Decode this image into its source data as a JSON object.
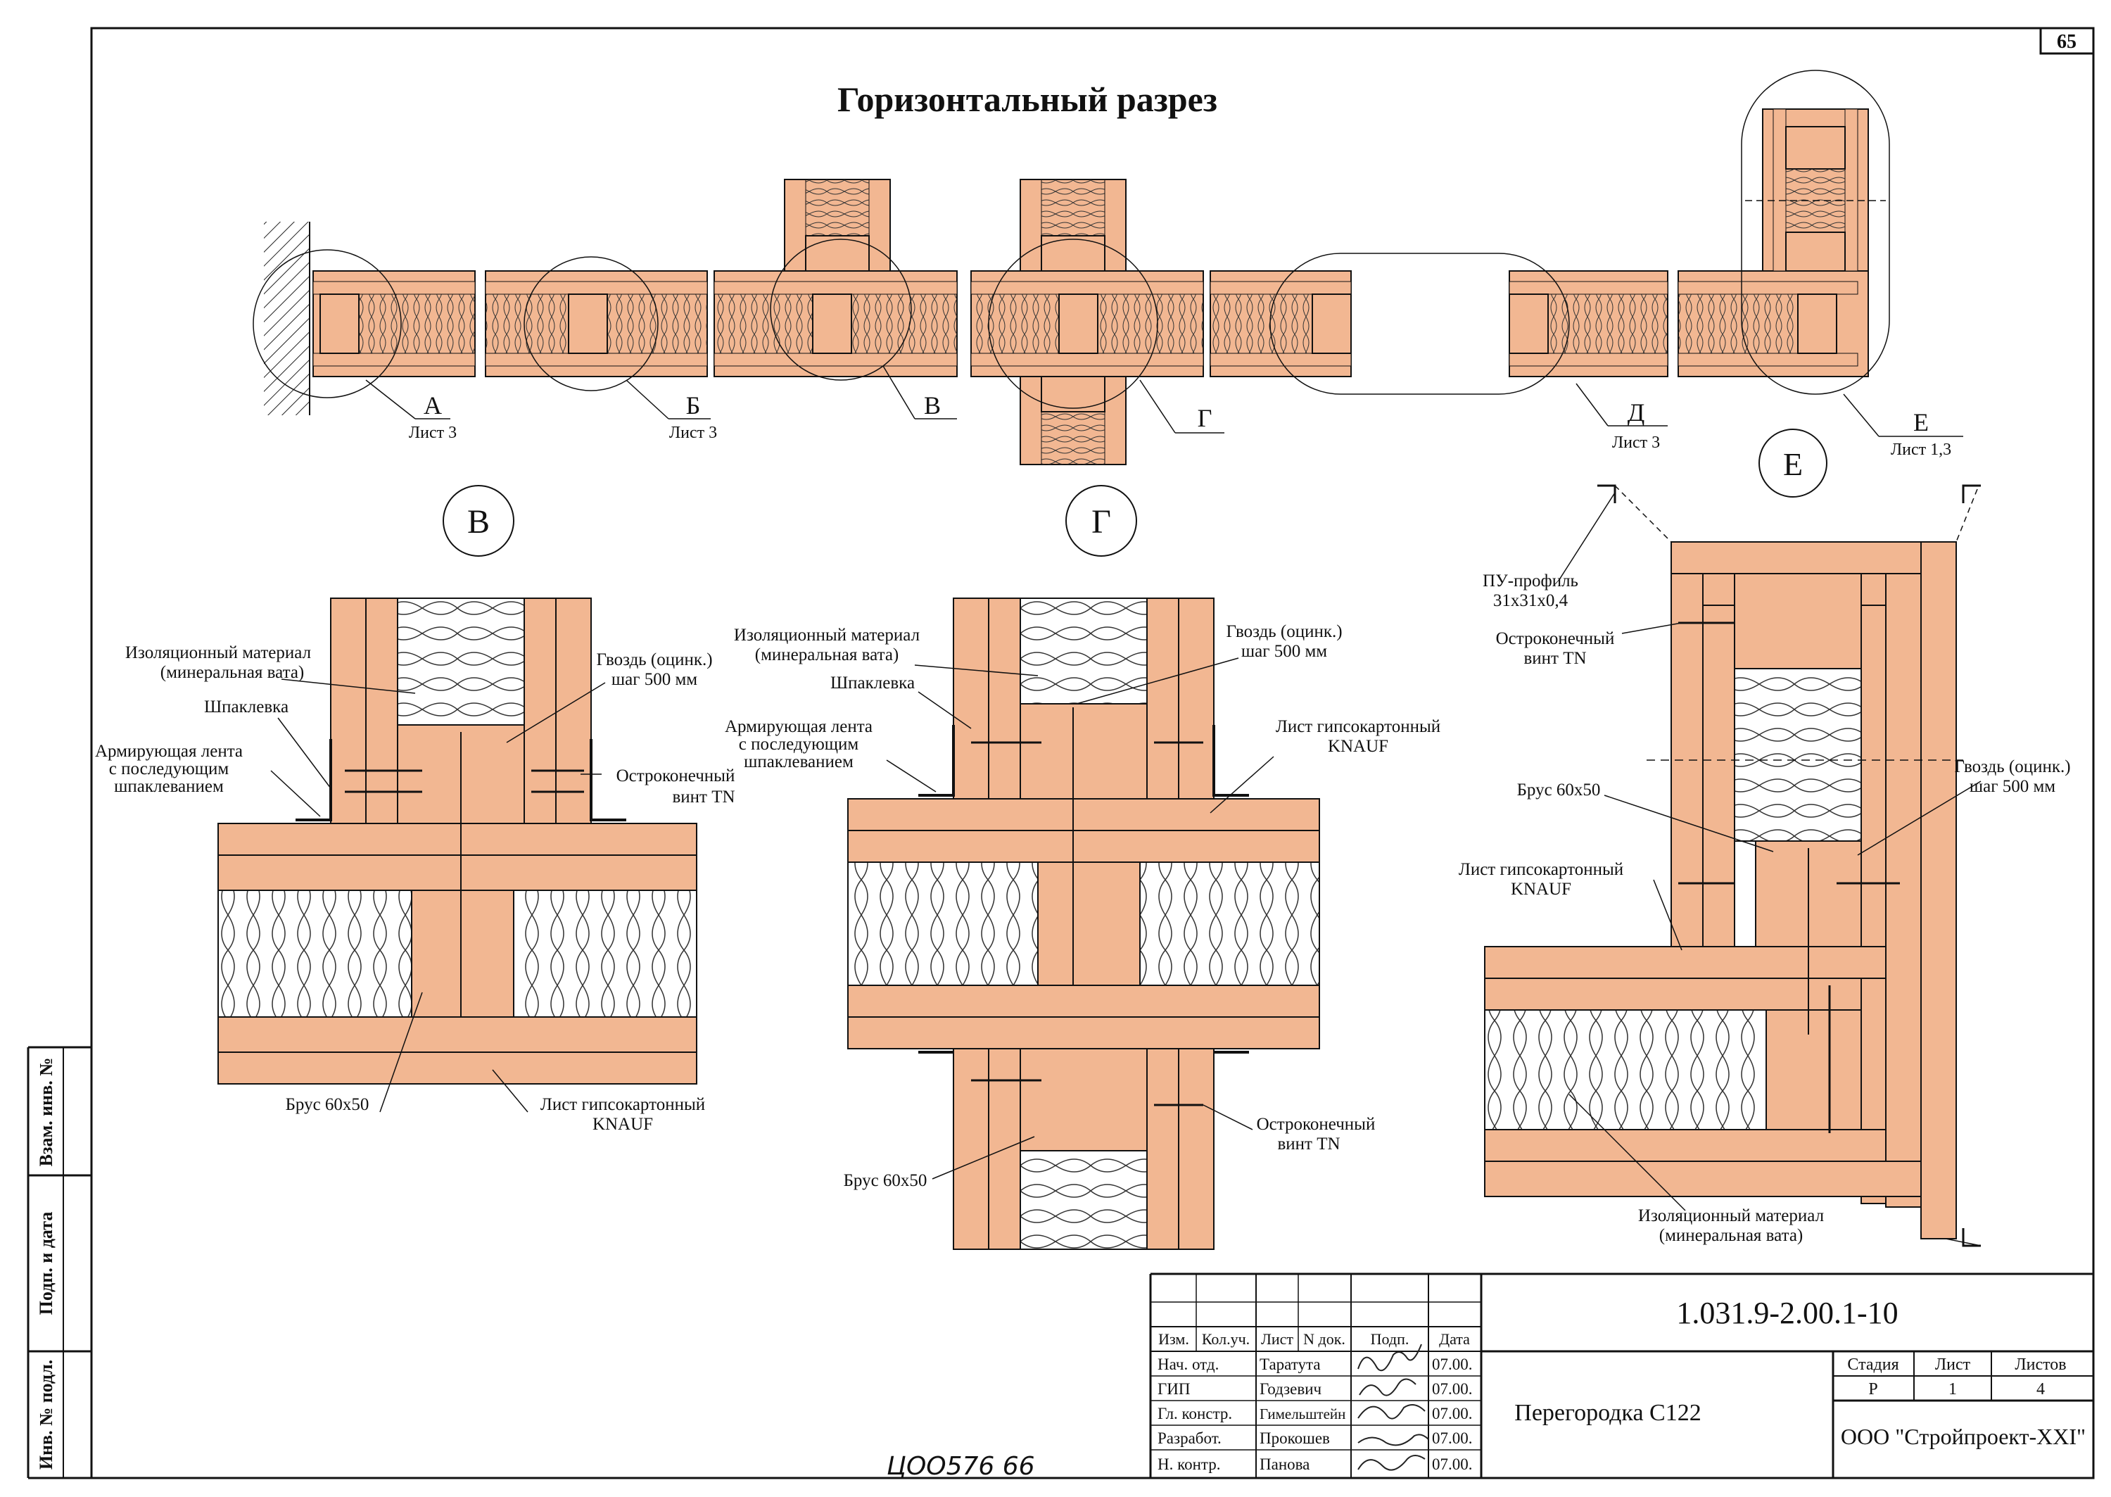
{
  "page_number": "65",
  "title": "Горизонтальный разрез",
  "callouts": {
    "A": {
      "letter": "А",
      "sheet": "Лист 3"
    },
    "B": {
      "letter": "Б",
      "sheet": "Лист 3"
    },
    "V": {
      "letter": "В"
    },
    "G": {
      "letter": "Г"
    },
    "D": {
      "letter": "Д",
      "sheet": "Лист 3"
    },
    "E": {
      "letter": "Е",
      "sheet": "Лист 1,3"
    }
  },
  "detail_titles": {
    "V": "В",
    "G": "Г",
    "E": "Е"
  },
  "labels": {
    "insulation_1": "Изоляционный материал",
    "insulation_2": "(минеральная вата)",
    "nail_1": "Гвоздь (оцинк.)",
    "nail_2": "шаг 500 мм",
    "putty": "Шпаклевка",
    "tape_1": "Армирующая лента",
    "tape_2": "с последующим",
    "tape_3": "шпаклеванием",
    "screw_1": "Остроконечный",
    "screw_2": "винт TN",
    "beam": "Брус 60x50",
    "board_1": "Лист гипсокартонный",
    "board_2": "KNAUF",
    "profile_1": "ПУ-профиль",
    "profile_2": "31x31x0,4"
  },
  "side_stamp": {
    "vzam": "Взам. инв. №",
    "podp": "Подп. и дата",
    "inv": "Инв. № подл."
  },
  "title_block": {
    "code": "1.031.9-2.00.1-10",
    "name": "Перегородка С122",
    "org": "ООО \"Стройпроект-XXI\"",
    "headers": [
      "Изм.",
      "Кол.уч.",
      "Лист",
      "N док.",
      "Подп.",
      "Дата"
    ],
    "rows": [
      {
        "role": "Нач. отд.",
        "name": "Таратута",
        "date": "07.00."
      },
      {
        "role": "ГИП",
        "name": "Годзевич",
        "date": "07.00."
      },
      {
        "role": "Гл. констр.",
        "name": "Гимельштейн",
        "date": "07.00."
      },
      {
        "role": "Разработ.",
        "name": "Прокошев",
        "date": "07.00."
      },
      {
        "role": "Н. контр.",
        "name": "Панова",
        "date": "07.00."
      }
    ],
    "stage_header": "Стадия",
    "sheet_header": "Лист",
    "sheets_header": "Листов",
    "stage": "Р",
    "sheet": "1",
    "sheets": "4"
  },
  "handwritten": "ЦОО576   66",
  "colors": {
    "wood": "#f2b792",
    "wood_dark": "#d98f64",
    "insulation": "#ffffff",
    "line": "#111111",
    "paper": "#ffffff"
  }
}
